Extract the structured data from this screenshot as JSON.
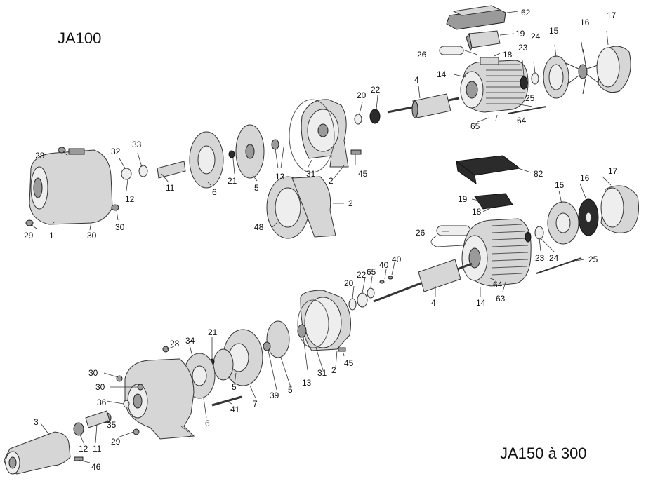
{
  "titles": {
    "top": "JA100",
    "bottom": "JA150 à 300"
  },
  "labels": {
    "ja100": {
      "l62": "62",
      "l19": "19",
      "l26": "26",
      "l18": "18",
      "l23": "23",
      "l24": "24",
      "l15": "15",
      "l16": "16",
      "l17": "17",
      "l14": "14",
      "l4": "4",
      "l20": "20",
      "l22": "22",
      "l25": "25",
      "l65": "65",
      "l64": "64",
      "l28": "28",
      "l32": "32",
      "l33": "33",
      "l12": "12",
      "l11": "11",
      "l6": "6",
      "l21": "21",
      "l5": "5",
      "l13": "13",
      "l31": "31",
      "l2a": "2",
      "l45": "45",
      "l2b": "2",
      "l48": "48",
      "l29": "29",
      "l1": "1",
      "l30a": "30",
      "l30b": "30"
    },
    "ja150": {
      "l82": "82",
      "l17": "17",
      "l16": "16",
      "l15": "15",
      "l19": "19",
      "l18": "18",
      "l26": "26",
      "l23": "23",
      "l24": "24",
      "l25": "25",
      "l40a": "40",
      "l40b": "40",
      "l65": "65",
      "l22": "22",
      "l20": "20",
      "l64": "64",
      "l4": "4",
      "l14": "14",
      "l63": "63",
      "l21": "21",
      "l28": "28",
      "l34": "34",
      "l30a": "30",
      "l30b": "30",
      "l36": "36",
      "l35": "35",
      "l29": "29",
      "l3": "3",
      "l12": "12",
      "l11": "11",
      "l46": "46",
      "l6": "6",
      "l1": "1",
      "l41": "41",
      "l5a": "5",
      "l7": "7",
      "l39": "39",
      "l5b": "5",
      "l13": "13",
      "l31": "31",
      "l2": "2",
      "l45": "45"
    }
  }
}
